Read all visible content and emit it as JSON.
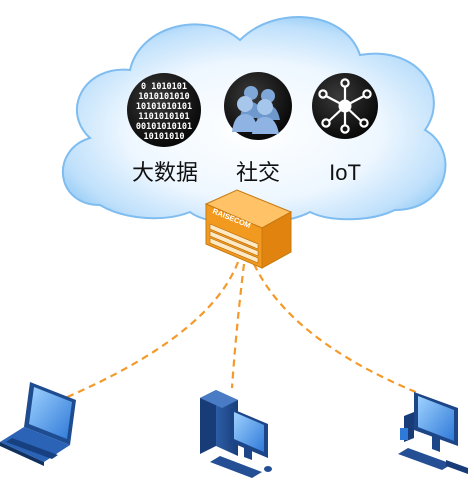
{
  "cloud": {
    "services": [
      {
        "label": "大数据",
        "icon": "binary-data-icon"
      },
      {
        "label": "社交",
        "icon": "social-users-icon"
      },
      {
        "label": "IoT",
        "icon": "iot-hub-icon"
      }
    ],
    "binary_lines": [
      "0 1010101",
      "1010101010",
      "10101010101",
      "1101010101",
      "00101010101",
      "10101010"
    ]
  },
  "switch": {
    "brand": "RAISECOM",
    "color": "#f29a1f"
  },
  "links": {
    "color": "#f39a2a",
    "style": "dashed"
  },
  "devices": [
    {
      "type": "laptop",
      "icon": "laptop-icon"
    },
    {
      "type": "desktop",
      "icon": "desktop-computer-icon"
    },
    {
      "type": "workstation",
      "icon": "workstation-icon"
    }
  ]
}
